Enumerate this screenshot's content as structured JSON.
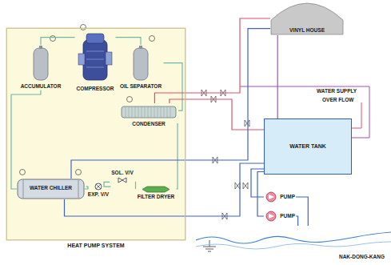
{
  "diagram": {
    "nodes": [
      {
        "text": [
          "HEAT PUMP SYSTEM"
        ]
      },
      {
        "text": [
          "ACCUMULATOR"
        ],
        "in": 0
      },
      {
        "text": [
          "COMPRESSOR"
        ],
        "in": 0
      },
      {
        "text": [
          "OIL SEPARATOR"
        ],
        "in": 0
      },
      {
        "text": [
          "CONDENSER"
        ],
        "in": 0
      },
      {
        "text": [
          "WATER CHILLER"
        ],
        "in": 0
      },
      {
        "text": [
          "SOL. V/V"
        ],
        "in": 0
      },
      {
        "text": [
          "EXP. V/V"
        ],
        "in": 0
      },
      {
        "text": [
          "FILTER DRYER"
        ],
        "in": 0
      },
      {
        "text": [
          "VINYL HOUSE"
        ]
      },
      {
        "text": [
          "WATER TANK"
        ]
      },
      {
        "text": [
          "PUMP"
        ]
      },
      {
        "text": [
          "PUMP"
        ]
      },
      {
        "text": [
          "NAK-DONG-KANG"
        ]
      }
    ],
    "edges": [
      {
        "from": 1,
        "to": 2,
        "arrow": "none"
      },
      {
        "from": 2,
        "to": 3,
        "arrow": "none"
      },
      {
        "from": 3,
        "to": 4,
        "arrow": "none"
      },
      {
        "from": 4,
        "to": 8,
        "arrow": "none"
      },
      {
        "from": 8,
        "to": 6,
        "arrow": "none"
      },
      {
        "from": 6,
        "to": 7,
        "arrow": "none"
      },
      {
        "from": 7,
        "to": 5,
        "arrow": "none"
      },
      {
        "from": 5,
        "to": 1,
        "arrow": "none"
      },
      {
        "from": 4,
        "to": 9,
        "arrow": "none"
      },
      {
        "from": 4,
        "to": 10,
        "arrow": "none"
      },
      {
        "from": 5,
        "to": 10,
        "arrow": "none"
      },
      {
        "from": 10,
        "to": 11,
        "arrow": "none"
      },
      {
        "from": 10,
        "to": 12,
        "arrow": "none"
      },
      {
        "from": 11,
        "to": 13,
        "arrow": "none"
      },
      {
        "from": 12,
        "to": 13,
        "arrow": "none"
      },
      {
        "from": 10,
        "to": 9,
        "arrow": "none"
      },
      {
        "from": 5,
        "to": 9,
        "arrow": "none"
      }
    ],
    "labels": [
      "WATER SUPPLY",
      "OVER FLOW"
    ]
  }
}
